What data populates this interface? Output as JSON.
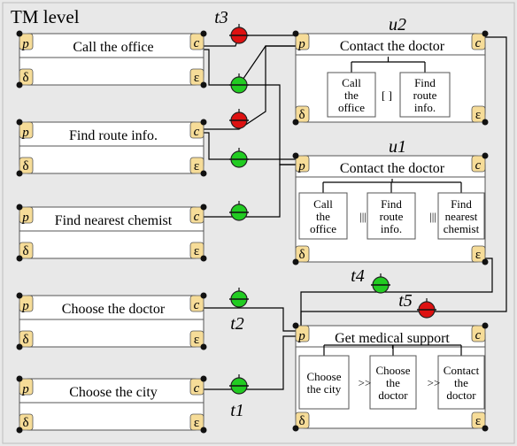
{
  "diagram": {
    "title": "TM level",
    "colors": {
      "background": "#e8e8e8",
      "tab": "#f6dc98",
      "enabled_transition": "#22cc22",
      "disabled_transition": "#dd1111"
    },
    "corner_labels": {
      "p": "p",
      "c": "c",
      "delta": "δ",
      "epsilon": "ε"
    },
    "left_boxes": [
      {
        "id": "call-office",
        "label": "Call the office"
      },
      {
        "id": "find-route",
        "label": "Find route info."
      },
      {
        "id": "find-chemist",
        "label": "Find nearest chemist"
      },
      {
        "id": "choose-doctor",
        "label": "Choose the doctor"
      },
      {
        "id": "choose-city",
        "label": "Choose the city"
      }
    ],
    "composite_boxes": [
      {
        "id": "u2",
        "unit_label": "u2",
        "label": "Contact the doctor",
        "children": [
          [
            "Call",
            "the",
            "office"
          ],
          [
            "Find",
            "route",
            "info."
          ]
        ],
        "operators": [
          "[ ]"
        ]
      },
      {
        "id": "u1",
        "unit_label": "u1",
        "label": "Contact the doctor",
        "children": [
          [
            "Call",
            "the",
            "office"
          ],
          [
            "Find",
            "route",
            "info."
          ],
          [
            "Find",
            "nearest",
            "chemist"
          ]
        ],
        "operators": [
          "|||",
          "|||"
        ]
      },
      {
        "id": "medical",
        "unit_label": "",
        "label": "Get medical support",
        "children": [
          [
            "Choose",
            "the city"
          ],
          [
            "Choose",
            "the",
            "doctor"
          ],
          [
            "Contact",
            "the",
            "doctor"
          ]
        ],
        "operators": [
          ">>",
          ">>"
        ]
      }
    ],
    "transitions": [
      {
        "id": "t3",
        "label": "t3",
        "state": "disabled"
      },
      {
        "id": "tA",
        "label": "",
        "state": "enabled"
      },
      {
        "id": "tB",
        "label": "",
        "state": "disabled"
      },
      {
        "id": "tC",
        "label": "",
        "state": "enabled"
      },
      {
        "id": "tD",
        "label": "",
        "state": "enabled"
      },
      {
        "id": "t2",
        "label": "t2",
        "state": "enabled"
      },
      {
        "id": "t1",
        "label": "t1",
        "state": "enabled"
      },
      {
        "id": "t4",
        "label": "t4",
        "state": "enabled"
      },
      {
        "id": "t5",
        "label": "t5",
        "state": "disabled"
      }
    ]
  }
}
